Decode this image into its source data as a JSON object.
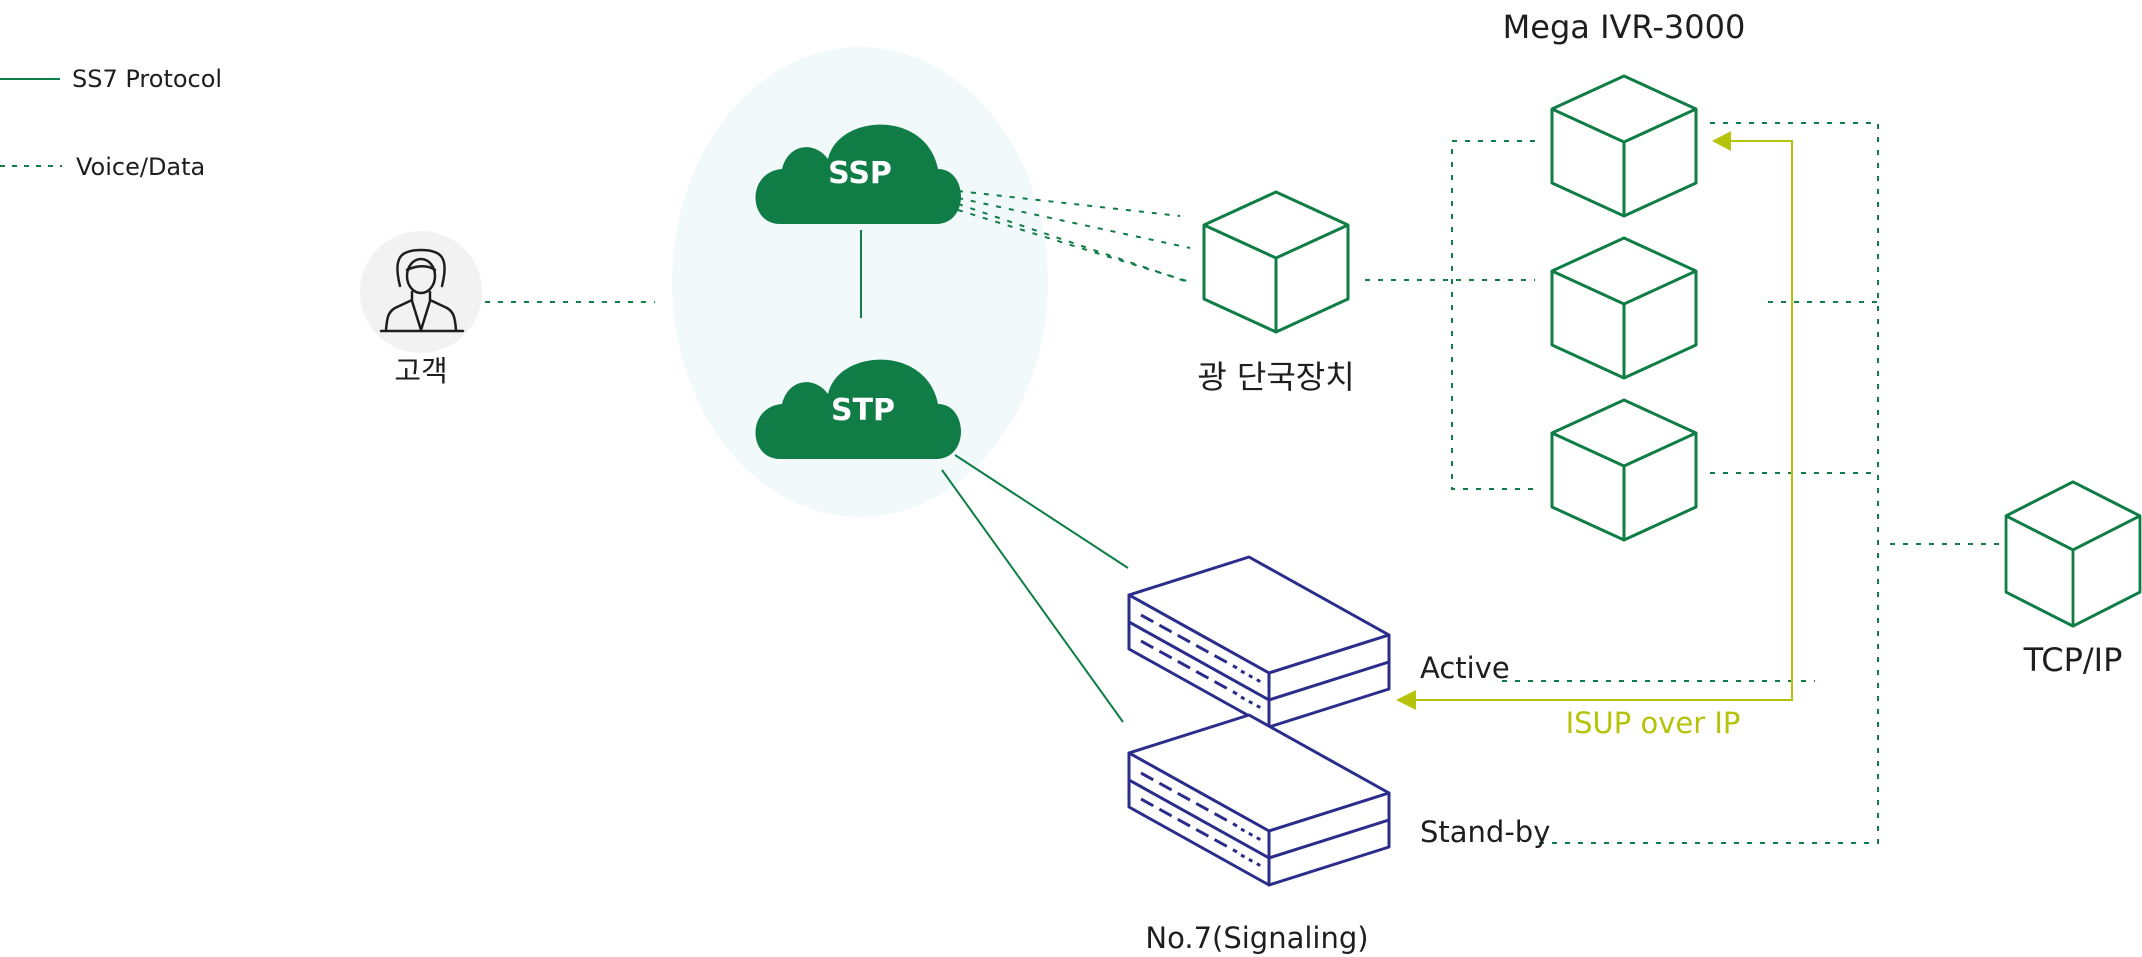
{
  "legend": {
    "ss7_label": "SS7 Protocol",
    "voice_label": "Voice/Data"
  },
  "customer": {
    "label": "고객"
  },
  "network": {
    "ssp_label": "SSP",
    "stp_label": "STP"
  },
  "optical_terminal": {
    "label": "광 단국장치"
  },
  "ivr": {
    "title": "Mega IVR-3000"
  },
  "tcpip": {
    "label": "TCP/IP"
  },
  "signaling": {
    "active_label": "Active",
    "standby_label": "Stand-by",
    "caption": "No.7(Signaling)"
  },
  "isup": {
    "label": "ISUP over IP"
  },
  "colors": {
    "green": "#0f7d45",
    "navy": "#2b2d8a",
    "lime": "#b5c40a",
    "cloud_bg": "#f1f9fb"
  }
}
